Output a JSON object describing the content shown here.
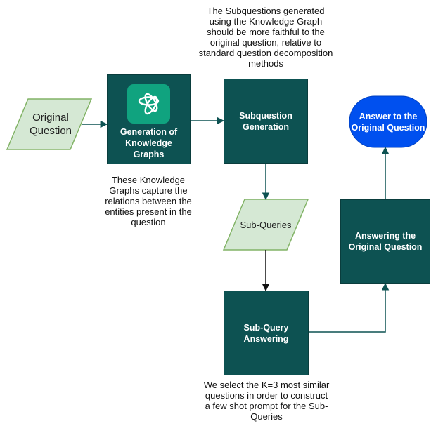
{
  "nodes": {
    "original_question": "Original\nQuestion",
    "kg_generation": "Generation of\nKnowledge\nGraphs",
    "subquestion_generation": "Subquestion\nGeneration",
    "sub_queries": "Sub-Queries",
    "sub_query_answering": "Sub-Query\nAnswering",
    "answering_original": "Answering the\nOriginal Question",
    "answer_to_original": "Answer to the\nOriginal Question"
  },
  "notes": {
    "subquestion_note": "The Subquestions generated\nusing the Knowledge Graph\nshould be more faithful to the\noriginal question, relative to\nstandard question decomposition\nmethods",
    "kg_note": "These Knowledge\nGraphs capture the\nrelations between the\nentities present in the\nquestion",
    "kshot_note": "We select the K=3 most similar\nquestions in order to construct\na few shot prompt for the Sub-\nQueries"
  },
  "icons": {
    "kg_logo": "openai-logo-icon"
  },
  "colors": {
    "process_fill": "#0d5252",
    "io_fill": "#d5e8d4",
    "io_stroke": "#82b366",
    "terminal_fill": "#0050ef",
    "logo_bg": "#10a37f",
    "connector": "#0d5252"
  }
}
